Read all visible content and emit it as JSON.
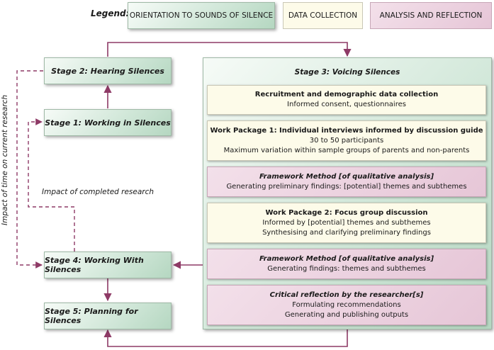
{
  "legend": {
    "label": "Legend:",
    "orientation": "ORIENTATION TO SOUNDS OF SILENCE",
    "data_collection": "DATA COLLECTION",
    "analysis": "ANALYSIS AND REFLECTION"
  },
  "stages": {
    "stage2": "Stage 2: Hearing Silences",
    "stage1": "Stage 1: Working in Silences",
    "stage4": "Stage 4: Working With Silences",
    "stage5": "Stage 5: Planning for Silences"
  },
  "stage3": {
    "title": "Stage 3: Voicing Silences",
    "boxes": [
      {
        "heading": "Recruitment and demographic data collection",
        "lines": [
          "Informed consent, questionnaires"
        ]
      },
      {
        "heading": "Work Package 1: Individual interviews informed by discussion guide",
        "lines": [
          "30 to 50 participants",
          "Maximum variation within sample groups of parents and non-parents"
        ]
      },
      {
        "heading": "Framework Method [of qualitative analysis]",
        "lines": [
          "Generating preliminary findings: [potential] themes and subthemes"
        ]
      },
      {
        "heading": "Work Package 2: Focus group discussion",
        "lines": [
          "Informed by [potential] themes and subthemes",
          "Synthesising and clarifying preliminary findings"
        ]
      },
      {
        "heading": "Framework Method [of qualitative analysis]",
        "lines": [
          "Generating findings: themes and subthemes"
        ]
      },
      {
        "heading": "Critical reflection by the researcher[s]",
        "lines": [
          "Formulating recommendations",
          "Generating and publishing outputs"
        ]
      }
    ]
  },
  "labels": {
    "impact_time": "Impact of time on current research",
    "impact_completed": "Impact of completed research"
  },
  "colors": {
    "arrow": "#8e3a66",
    "green": "#cfe6d7",
    "yellow": "#fdfbe9",
    "pink": "#e6c6d7"
  }
}
